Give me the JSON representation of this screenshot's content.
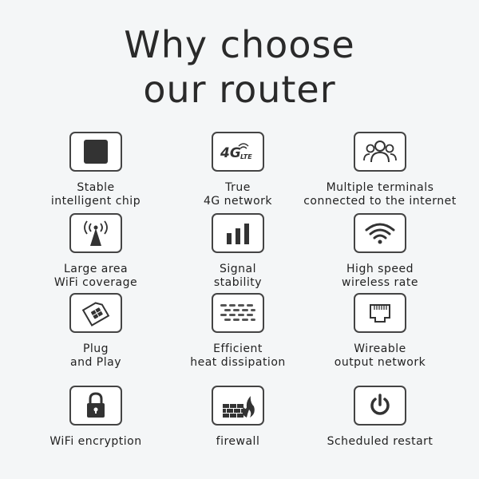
{
  "title": {
    "line1": "Why choose",
    "line2": "our router"
  },
  "features": [
    {
      "icon": "chip-icon",
      "line1": "Stable",
      "line2": "intelligent chip"
    },
    {
      "icon": "4g-lte-icon",
      "icon_text_main": "4G",
      "icon_text_sub": "LTE",
      "line1": "True",
      "line2": "4G network"
    },
    {
      "icon": "users-icon",
      "line1": "Multiple terminals",
      "line2": "connected to the internet"
    },
    {
      "icon": "antenna-icon",
      "line1": "Large area",
      "line2": "WiFi coverage"
    },
    {
      "icon": "signal-bars-icon",
      "line1": "Signal",
      "line2": "stability"
    },
    {
      "icon": "wifi-icon",
      "line1": "High speed",
      "line2": "wireless rate"
    },
    {
      "icon": "sim-card-icon",
      "line1": "Plug",
      "line2": "and Play"
    },
    {
      "icon": "heat-vent-icon",
      "line1": "Efficient",
      "line2": "heat dissipation"
    },
    {
      "icon": "ethernet-port-icon",
      "line1": "Wireable",
      "line2": "output network"
    },
    {
      "icon": "lock-icon",
      "line1": "WiFi encryption",
      "line2": ""
    },
    {
      "icon": "firewall-icon",
      "line1": "firewall",
      "line2": ""
    },
    {
      "icon": "power-icon",
      "line1": "Scheduled restart",
      "line2": ""
    }
  ]
}
